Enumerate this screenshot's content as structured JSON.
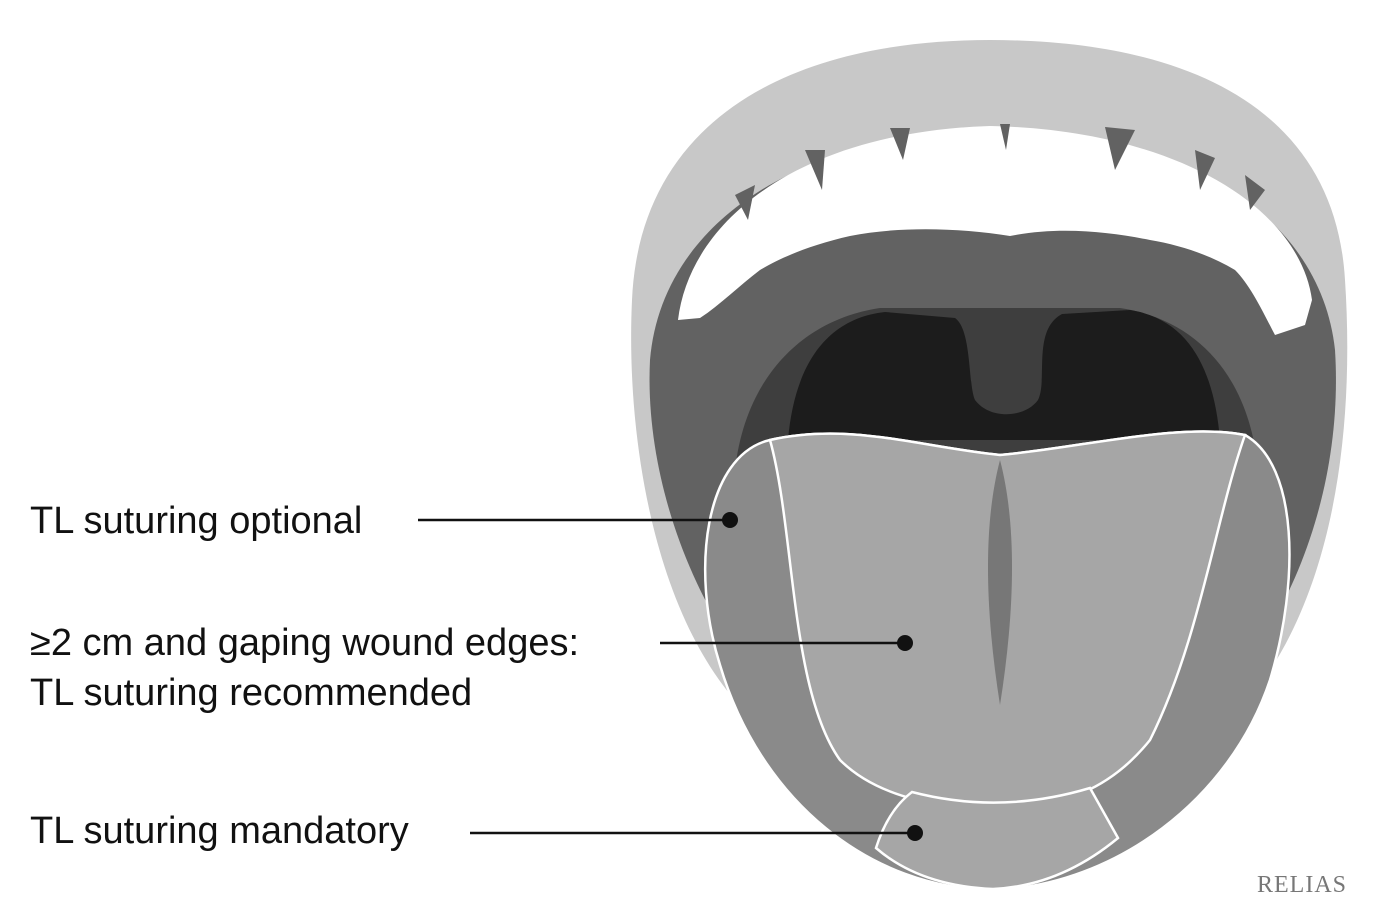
{
  "labels": {
    "optional": "TL suturing optional",
    "recommended_line1": "≥2 cm and gaping wound edges:",
    "recommended_line2": "TL suturing recommended",
    "mandatory": "TL suturing mandatory"
  },
  "logo": "RELIAS",
  "colors": {
    "lips": "#c8c8c8",
    "mouth_interior": "#626262",
    "throat": "#1c1c1c",
    "tongue_outer_zone": "#8a8a8a",
    "tongue_center_zone": "#a6a6a6",
    "outline": "#ffffff"
  }
}
